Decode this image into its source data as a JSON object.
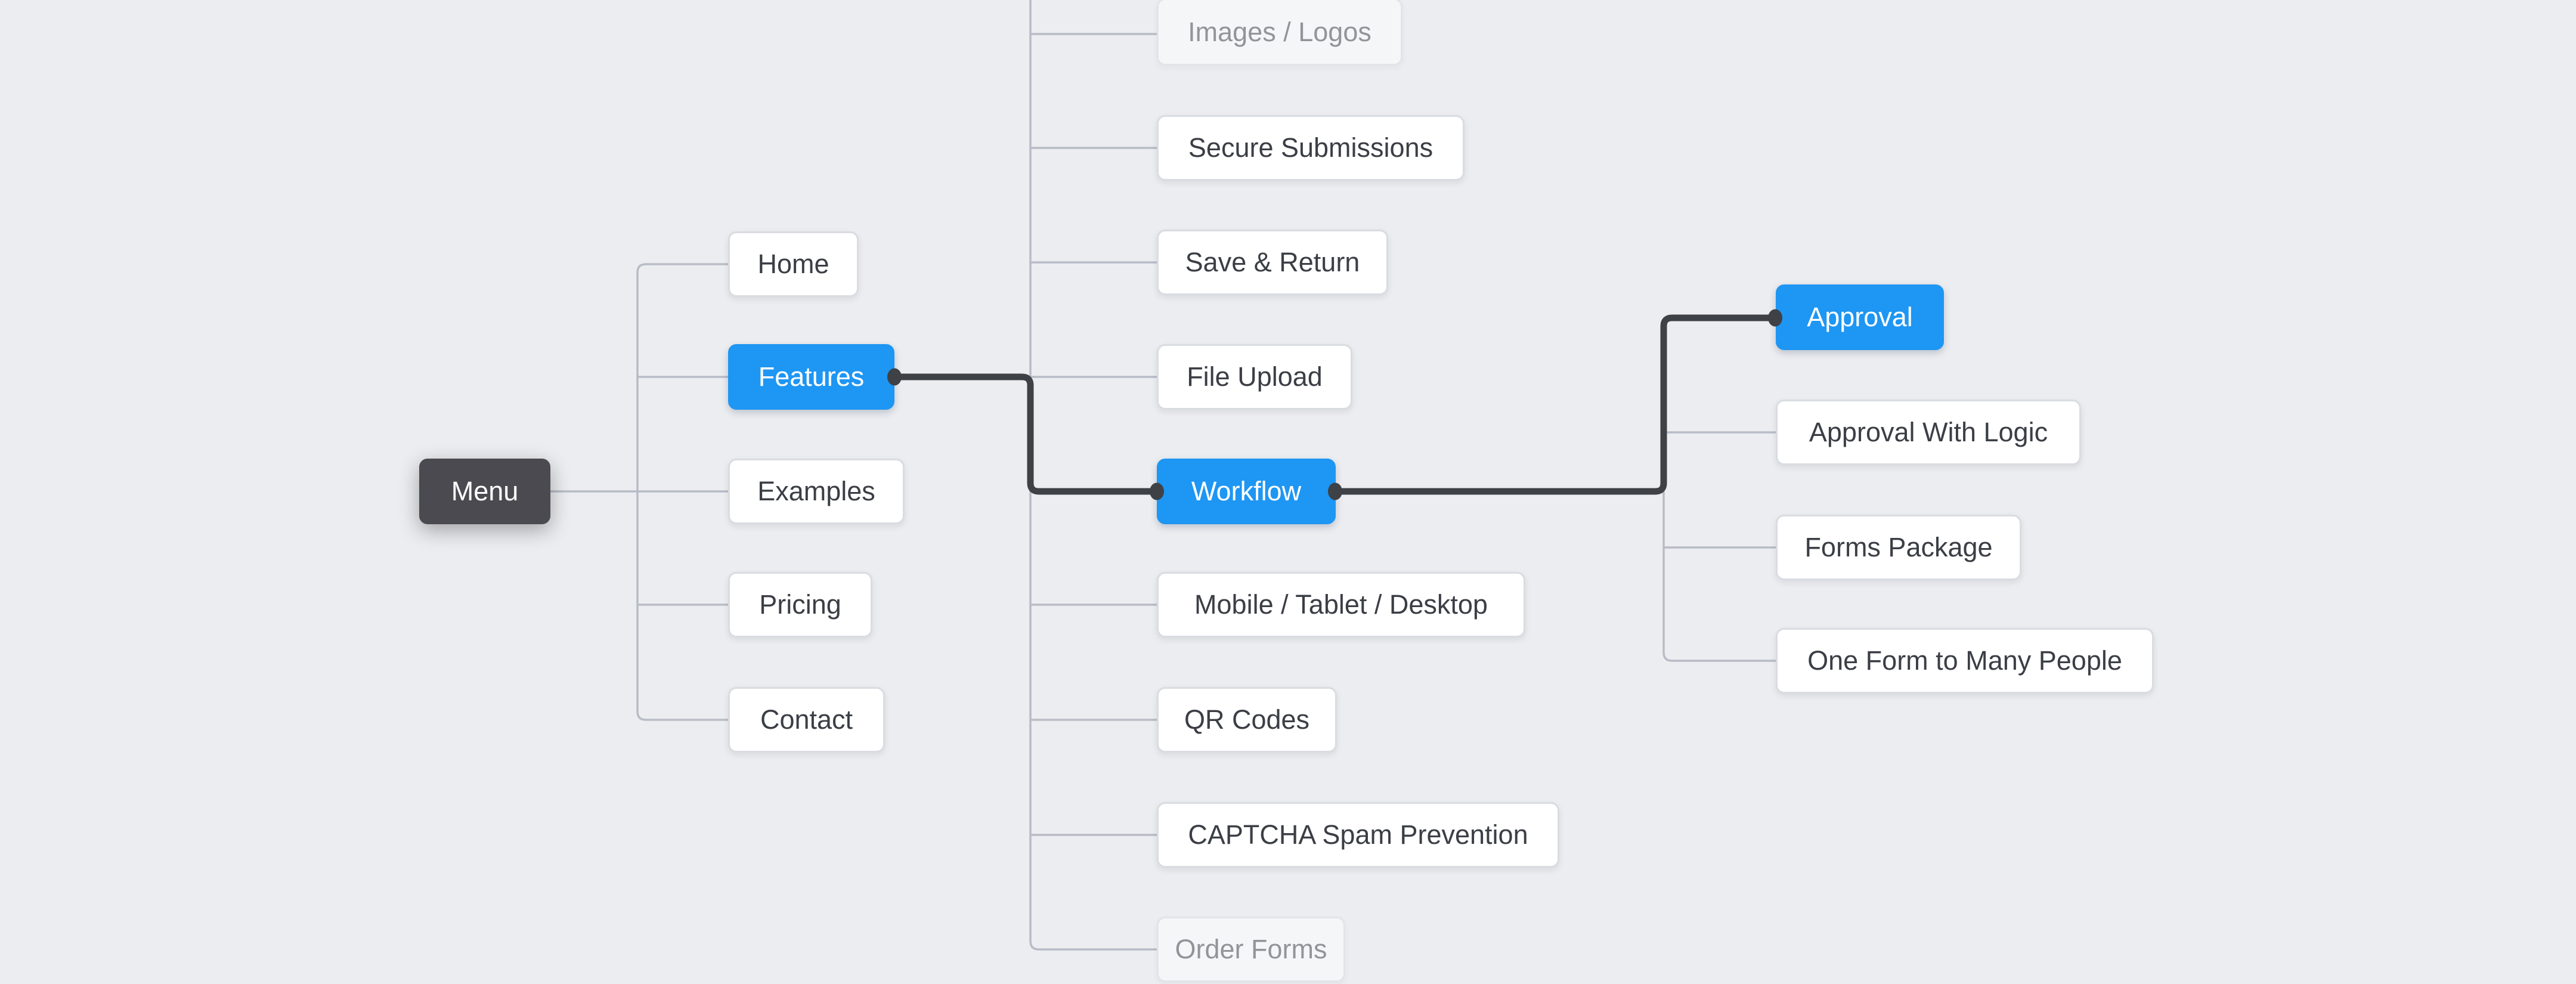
{
  "app": {
    "description": "Mind-map visualization of a website menu structure",
    "selected_path": [
      "Features",
      "Workflow",
      "Approval"
    ],
    "root_node": "Menu"
  },
  "colors": {
    "canvas_bg": "#ECEDF0",
    "accent_blue": "#1E96F3",
    "root_bg": "#4A4A50",
    "node_text": "#3B3E45",
    "node_border": "#D9DCE1",
    "wire_thin": "#B7BCC6",
    "wire_thick": "#3E4146",
    "faded_text": "#AEB2B8"
  },
  "nodes": [
    {
      "label": "Menu",
      "state": "root"
    },
    {
      "label": "Home",
      "state": "normal"
    },
    {
      "label": "Features",
      "state": "highlighted"
    },
    {
      "label": "Examples",
      "state": "normal"
    },
    {
      "label": "Pricing",
      "state": "normal"
    },
    {
      "label": "Contact",
      "state": "normal"
    },
    {
      "label": "Images / Logos",
      "state": "dimmed-clipped-top"
    },
    {
      "label": "Secure Submissions",
      "state": "normal"
    },
    {
      "label": "Save & Return",
      "state": "normal"
    },
    {
      "label": "File Upload",
      "state": "normal"
    },
    {
      "label": "Workflow",
      "state": "highlighted"
    },
    {
      "label": "Mobile / Tablet / Desktop",
      "state": "normal"
    },
    {
      "label": "QR Codes",
      "state": "normal"
    },
    {
      "label": "CAPTCHA Spam Prevention",
      "state": "normal"
    },
    {
      "label": "Order Forms",
      "state": "dimmed-clipped-bottom"
    },
    {
      "label": "Approval",
      "state": "highlighted"
    },
    {
      "label": "Approval With Logic",
      "state": "normal"
    },
    {
      "label": "Forms Package",
      "state": "normal"
    },
    {
      "label": "One Form to Many People",
      "state": "normal"
    }
  ],
  "hierarchy": {
    "Menu": [
      "Home",
      "Features",
      "Examples",
      "Pricing",
      "Contact"
    ],
    "Features": [
      "Images / Logos",
      "Secure Submissions",
      "Save & Return",
      "File Upload",
      "Workflow",
      "Mobile / Tablet / Desktop",
      "QR Codes",
      "CAPTCHA Spam Prevention",
      "Order Forms"
    ],
    "Workflow": [
      "Approval",
      "Approval With Logic",
      "Forms Package",
      "One Form to Many People"
    ]
  }
}
